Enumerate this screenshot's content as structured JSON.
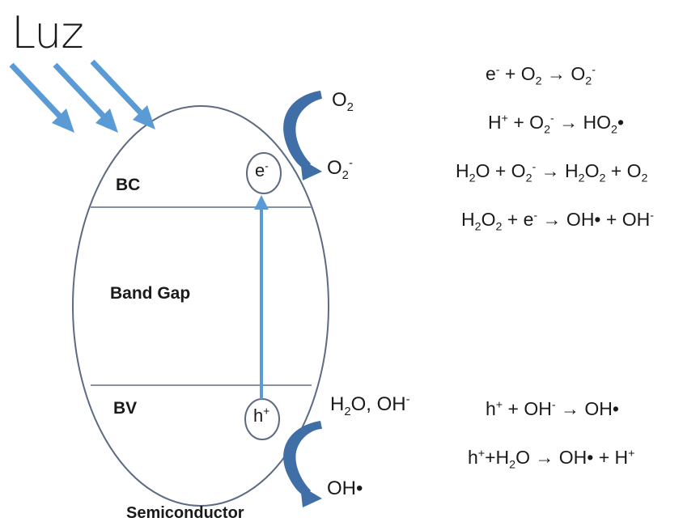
{
  "diagram": {
    "light_label": "Luz",
    "regions": {
      "conduction_band": "BC",
      "band_gap": "Band Gap",
      "valence_band": "BV",
      "material": "Semiconductor"
    },
    "carriers": {
      "electron": {
        "base": "e",
        "sup": "-"
      },
      "hole": {
        "base": "h",
        "sup": "+"
      }
    },
    "species_top": {
      "reactant": [
        {
          "t": "O"
        },
        {
          "t": "2",
          "sub": true
        }
      ],
      "product": [
        {
          "t": "O"
        },
        {
          "t": "2",
          "sub": true
        },
        {
          "t": "-",
          "sup": true
        }
      ]
    },
    "species_bottom": {
      "reactant": [
        {
          "t": "H"
        },
        {
          "t": "2",
          "sub": true
        },
        {
          "t": "O, OH"
        },
        {
          "t": "-",
          "sup": true
        }
      ],
      "product": [
        {
          "t": "OH•"
        }
      ]
    },
    "reduction_equations": [
      [
        {
          "t": "e"
        },
        {
          "t": "-",
          "sup": true
        },
        {
          "t": " + O"
        },
        {
          "t": "2",
          "sub": true
        },
        {
          "t": " → O"
        },
        {
          "t": "2",
          "sub": true
        },
        {
          "t": "-",
          "sup": true
        }
      ],
      [
        {
          "t": "H"
        },
        {
          "t": "+",
          "sup": true
        },
        {
          "t": " + O"
        },
        {
          "t": "2",
          "sub": true
        },
        {
          "t": "-",
          "sup": true
        },
        {
          "t": " → HO"
        },
        {
          "t": "2",
          "sub": true
        },
        {
          "t": "•"
        }
      ],
      [
        {
          "t": "H"
        },
        {
          "t": "2",
          "sub": true
        },
        {
          "t": "O + O"
        },
        {
          "t": "2",
          "sub": true
        },
        {
          "t": "-",
          "sup": true
        },
        {
          "t": " → H"
        },
        {
          "t": "2",
          "sub": true
        },
        {
          "t": "O"
        },
        {
          "t": "2",
          "sub": true
        },
        {
          "t": " + O"
        },
        {
          "t": "2",
          "sub": true
        }
      ],
      [
        {
          "t": "H"
        },
        {
          "t": "2",
          "sub": true
        },
        {
          "t": "O"
        },
        {
          "t": "2",
          "sub": true
        },
        {
          "t": " + e"
        },
        {
          "t": "-",
          "sup": true
        },
        {
          "t": " → OH• + OH"
        },
        {
          "t": "-",
          "sup": true
        }
      ]
    ],
    "oxidation_equations": [
      [
        {
          "t": "h"
        },
        {
          "t": "+",
          "sup": true
        },
        {
          "t": " + OH"
        },
        {
          "t": "-",
          "sup": true
        },
        {
          "t": " → OH•"
        }
      ],
      [
        {
          "t": "h"
        },
        {
          "t": "+",
          "sup": true
        },
        {
          "t": "+H"
        },
        {
          "t": "2",
          "sub": true
        },
        {
          "t": "O → OH• + H"
        },
        {
          "t": "+",
          "sup": true
        }
      ]
    ],
    "colors": {
      "arrow_blue": "#5b9bd5",
      "arrow_dark_blue": "#3f6fa6",
      "outline": "#5d6b82",
      "text": "#1a1a1a"
    }
  }
}
